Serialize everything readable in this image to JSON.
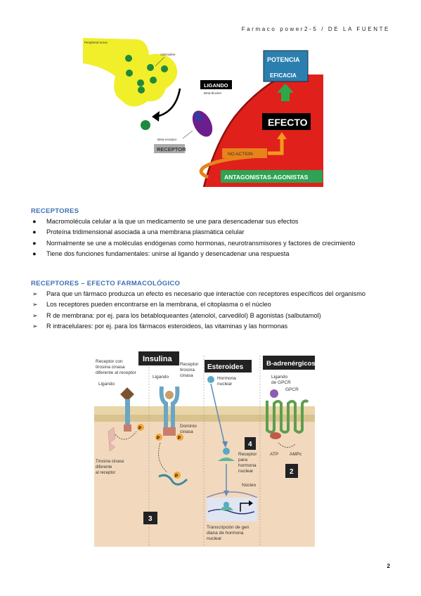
{
  "header": "Farmaco power2-5 / DE LA FUENTE",
  "figure1": {
    "peripheral_nerve": "Peripheral nerve",
    "adrenaline": "Adrenaline",
    "ligando": "LIGANDO",
    "beta_blocker": "Beta-blocker",
    "beta_receptor": "Beta-receptor",
    "receptor": "RECEPTOR",
    "no_action": "NO ACTION",
    "efecto": "EFECTO",
    "potencia": "POTENCIA",
    "eficacia": "EFICACIA",
    "antagonistas": "ANTAGONISTAS-AGONISTAS"
  },
  "receptores": {
    "title": "RECEPTORES",
    "items": [
      "Macromolécula celular a la que un medicamento se une para desencadenar sus efectos",
      "Proteína tridimensional asociada a una membrana plasmática celular",
      "Normalmente se une a moléculas endógenas como hormonas, neurotransmisores y factores de crecimiento",
      "Tiene dos funciones fundamentales: unirse al ligando y desencadenar una respuesta"
    ]
  },
  "efecto": {
    "title": "RECEPTORES – EFECTO FARMACOLÓGICO",
    "items": [
      "Para que un fármaco produzca un efecto es necesario que interactúe con receptores específicos del organismo",
      "Los receptores pueden encontrarse en la membrana, el citoplasma o el núcleo",
      "R de membrana: por ej. para los betabloqueantes (atenolol, carvedilol) B agonistas (salbutamol)",
      "R intracelulares: por ej. para los fármacos esteroideos, las vitaminas y las hormonas"
    ]
  },
  "figure2": {
    "insulina": "Insulina",
    "esteroides": "Esteroides",
    "b_adrenergicos": "B-adrenérgicos",
    "receptor_tirosina_1": "Receptor con",
    "receptor_tirosina_2": "tirosina cinasa",
    "receptor_tirosina_3": "diferente al receptor",
    "ligando_a": "Ligando",
    "ligando_b": "Ligando",
    "receptor_tk_1": "Receptor",
    "receptor_tk_2": "tirosina",
    "receptor_tk_3": "cinasa",
    "hormona_1": "Hormona",
    "hormona_2": "nuclear",
    "ligando_gpcr_1": "Ligando",
    "ligando_gpcr_2": "de GPCR",
    "gpcr": "GPCR",
    "p1": "P",
    "p2": "P",
    "p3": "P",
    "p4": "P",
    "dominio_1": "Dominio",
    "dominio_2": "cinasa",
    "tk_dif_1": "Tirosina cinasa",
    "tk_dif_2": "diferente",
    "tk_dif_3": "al receptor",
    "num4": "4",
    "num2": "2",
    "num3": "3",
    "rec_hn_1": "Receptor",
    "rec_hn_2": "para",
    "rec_hn_3": "hormona",
    "rec_hn_4": "nuclear",
    "atp": "ATP",
    "ampc": "AMPc",
    "nucleo": "Núcleo",
    "trans_1": "Transcripción de gen",
    "trans_2": "diana de hormona",
    "trans_3": "nuclear"
  },
  "page_number": "2"
}
